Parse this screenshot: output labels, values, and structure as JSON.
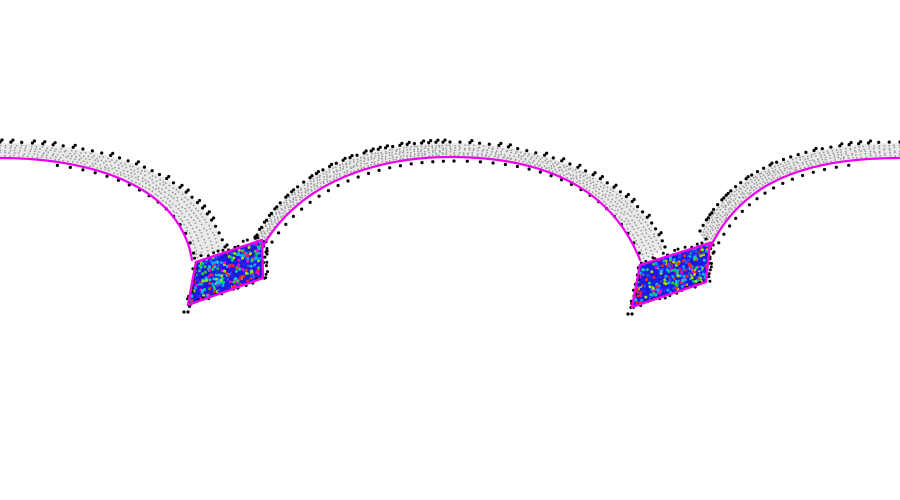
{
  "figure": {
    "background": "#ffffff",
    "colors": {
      "boundary_curve": "#ee00ee",
      "boundary_particles": "#000000",
      "band_fill": "#e9e9e9",
      "band_particles": "#9a9a9a",
      "cluster_base": "#1c1ce0",
      "cluster_palette": [
        "#1515d8",
        "#2a2aff",
        "#00c8ff",
        "#00d27a",
        "#33cc33",
        "#a8e000",
        "#ff2020",
        "#ff00cc",
        "#3050ff",
        "#00aaff"
      ]
    },
    "particle_groups": [
      {
        "name": "wall-particles",
        "color": "#000000"
      },
      {
        "name": "fluid-band-particles",
        "color": "#9a9a9a"
      },
      {
        "name": "pocket-particles",
        "color": "multicolor"
      }
    ]
  }
}
